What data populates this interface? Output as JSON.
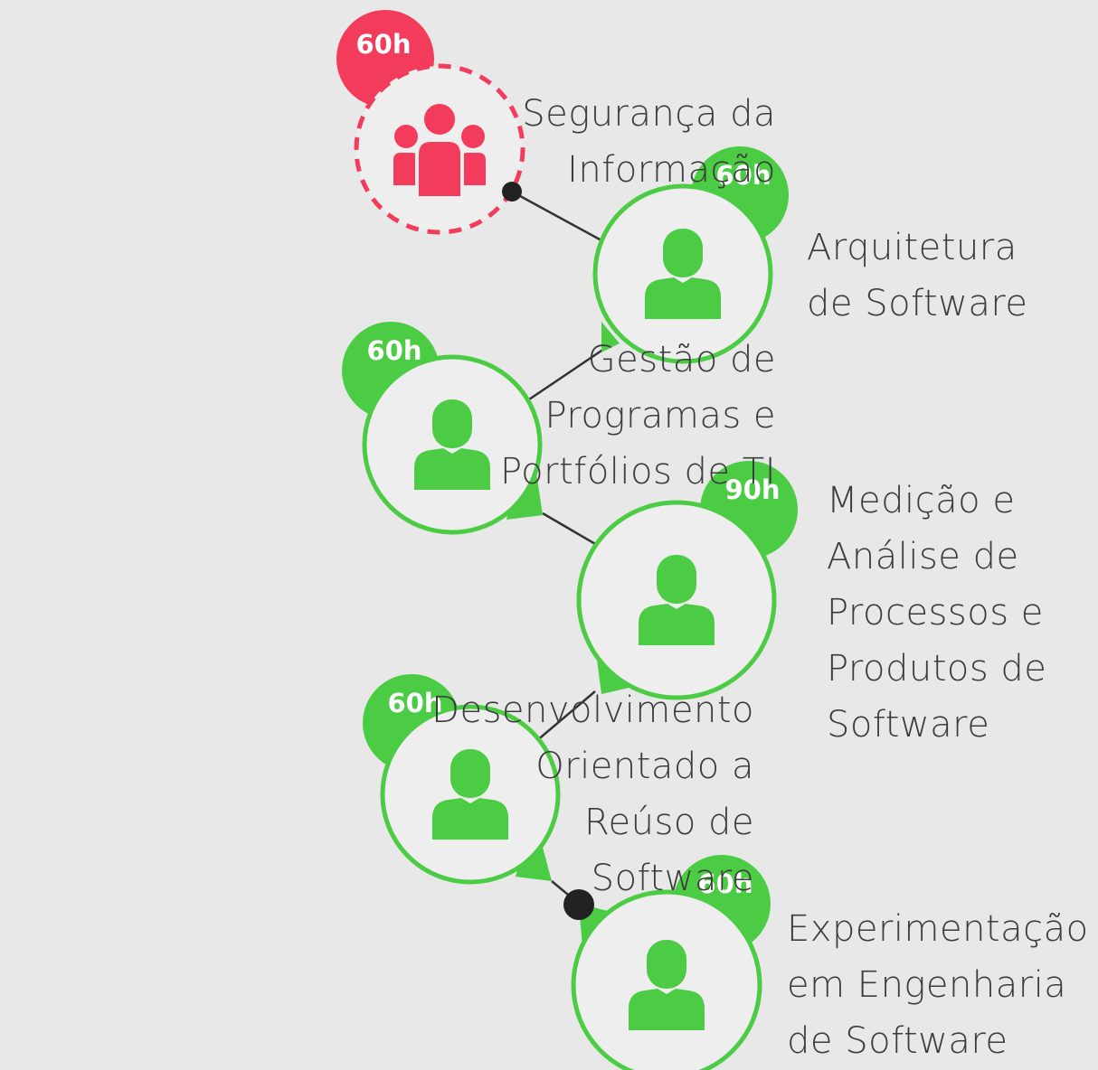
{
  "colors": {
    "background": "#e8e8e8",
    "active": "#f33b5c",
    "course": "#4ccc44",
    "ring_fill": "#eeeeee",
    "connector": "#333333",
    "label": "#3c3c3c"
  },
  "icons": {
    "active": "group-people-icon",
    "course": "person-icon"
  },
  "courses": [
    {
      "id": "seguranca",
      "hours": "60h",
      "lines": [
        "Segurança da",
        "Informação"
      ],
      "state": "current"
    },
    {
      "id": "arquitetura",
      "hours": "60h",
      "lines": [
        "Arquitetura",
        "de Software"
      ],
      "state": "upcoming"
    },
    {
      "id": "gestao",
      "hours": "60h",
      "lines": [
        "Gestão de",
        "Programas e",
        "Portfólios de TI"
      ],
      "state": "upcoming"
    },
    {
      "id": "medicao",
      "hours": "90h",
      "lines": [
        "Medição e",
        "Análise de",
        "Processos e",
        "Produtos de",
        "Software"
      ],
      "state": "upcoming"
    },
    {
      "id": "reuso",
      "hours": "60h",
      "lines": [
        "Desenvolvimento",
        "Orientado a",
        "Reúso de",
        "Software"
      ],
      "state": "upcoming"
    },
    {
      "id": "experimentacao",
      "hours": "60h",
      "lines": [
        "Experimentação",
        "em Engenharia",
        "de Software"
      ],
      "state": "upcoming"
    }
  ]
}
